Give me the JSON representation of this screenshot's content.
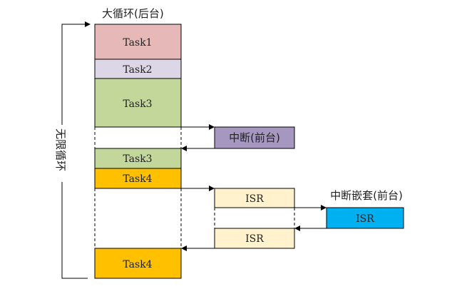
{
  "title": "大循环(后台)",
  "loop_label": "无限循环",
  "interrupt_label": "中断(前台)",
  "nested_label": "中断嵌套(前台)",
  "blocks": {
    "task1": "Task1",
    "task2": "Task2",
    "task3a": "Task3",
    "task3b": "Task3",
    "task4a": "Task4",
    "task4b": "Task4",
    "isr1": "ISR",
    "isr2": "ISR",
    "isr_nested": "ISR"
  },
  "colors": {
    "task1": "#e6b8b7",
    "task2": "#dcd6e6",
    "task3": "#c4d79b",
    "task4": "#ffc000",
    "interrupt": "#a697c1",
    "isr": "#fff2cc",
    "isr_nested": "#00b0f0"
  }
}
